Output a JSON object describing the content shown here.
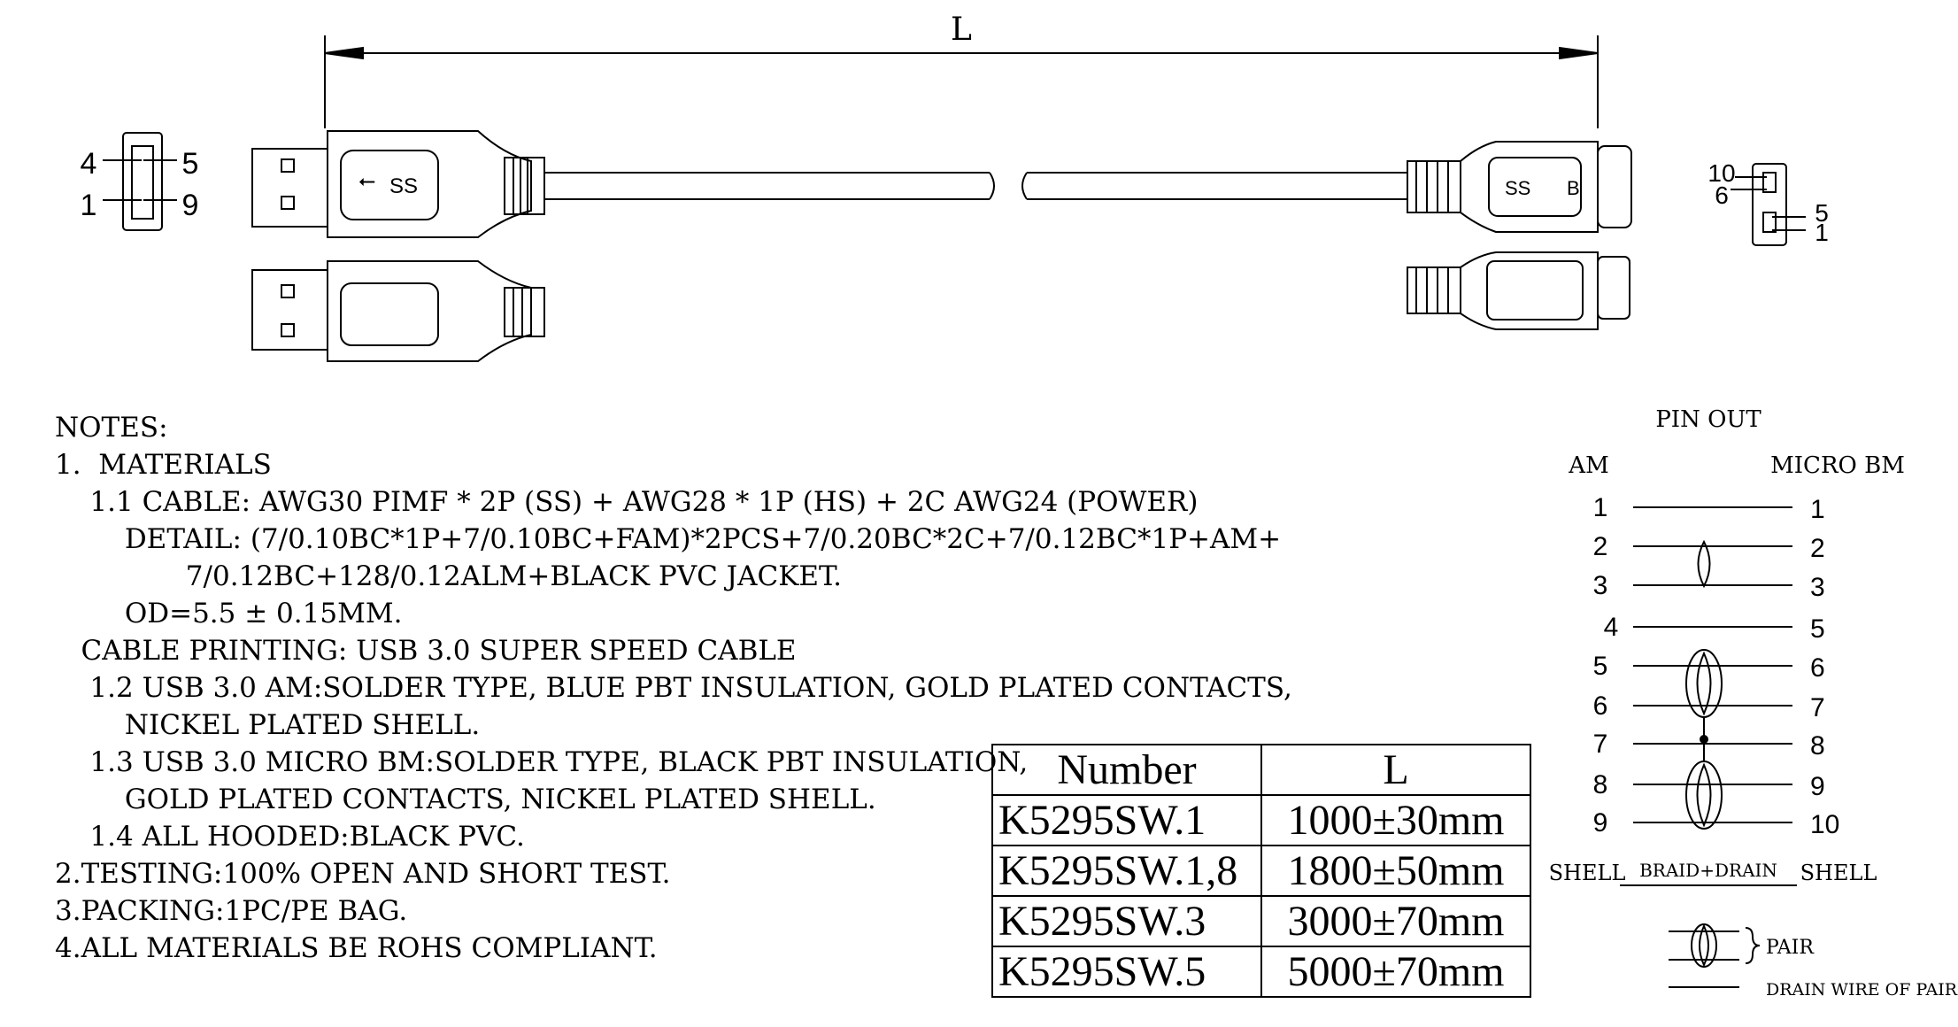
{
  "drawing": {
    "length_label": "L",
    "am_pins": {
      "top_left": "4",
      "top_right": "5",
      "bottom_left": "1",
      "bottom_right": "9"
    },
    "am_plug_mark": "SS",
    "micro_plug_mark": "SS",
    "micro_plug_letter": "B",
    "micro_pins": {
      "top_left": "10",
      "mid_left": "6",
      "mid_right": "5",
      "bottom_right": "1"
    }
  },
  "notes": [
    "NOTES:",
    "1.  MATERIALS",
    "    1.1 CABLE: AWG30 PIMF * 2P (SS) + AWG28 * 1P (HS) + 2C AWG24 (POWER)",
    "        DETAIL: (7/0.10BC*1P+7/0.10BC+FAM)*2PCS+7/0.20BC*2C+7/0.12BC*1P+AM+",
    "               7/0.12BC+128/0.12ALM+BLACK PVC JACKET.",
    "        OD=5.5 ± 0.15MM.",
    "   CABLE PRINTING: USB 3.0 SUPER SPEED CABLE",
    "    1.2 USB 3.0 AM:SOLDER TYPE, BLUE PBT INSULATION, GOLD PLATED CONTACTS,",
    "        NICKEL PLATED SHELL.",
    "    1.3 USB 3.0 MICRO BM:SOLDER TYPE, BLACK PBT INSULATION,",
    "        GOLD PLATED CONTACTS, NICKEL PLATED SHELL.",
    "    1.4 ALL HOODED:BLACK PVC.",
    "2.TESTING:100% OPEN AND SHORT TEST.",
    "3.PACKING:1PC/PE BAG.",
    "4.ALL MATERIALS BE ROHS COMPLIANT."
  ],
  "table": {
    "headers": [
      "Number",
      "L"
    ],
    "rows": [
      [
        "K5295SW.1",
        "1000±30mm"
      ],
      [
        "K5295SW.1,8",
        "1800±50mm"
      ],
      [
        "K5295SW.3",
        "3000±70mm"
      ],
      [
        "K5295SW.5",
        "5000±70mm"
      ]
    ]
  },
  "pinout": {
    "title": "PIN OUT",
    "left_header": "AM",
    "right_header": "MICRO BM",
    "pairs": [
      [
        "1",
        "1"
      ],
      [
        "2",
        "2"
      ],
      [
        "3",
        "3"
      ],
      [
        "4",
        "5"
      ],
      [
        "5",
        "6"
      ],
      [
        "6",
        "7"
      ],
      [
        "7",
        "8"
      ],
      [
        "8",
        "9"
      ],
      [
        "9",
        "10"
      ]
    ],
    "shell_left": "SHELL",
    "shell_mid": "BRAID+DRAIN",
    "shell_right": "SHELL",
    "legend_pair": "PAIR",
    "legend_drain": "DRAIN WIRE OF PAIR"
  }
}
